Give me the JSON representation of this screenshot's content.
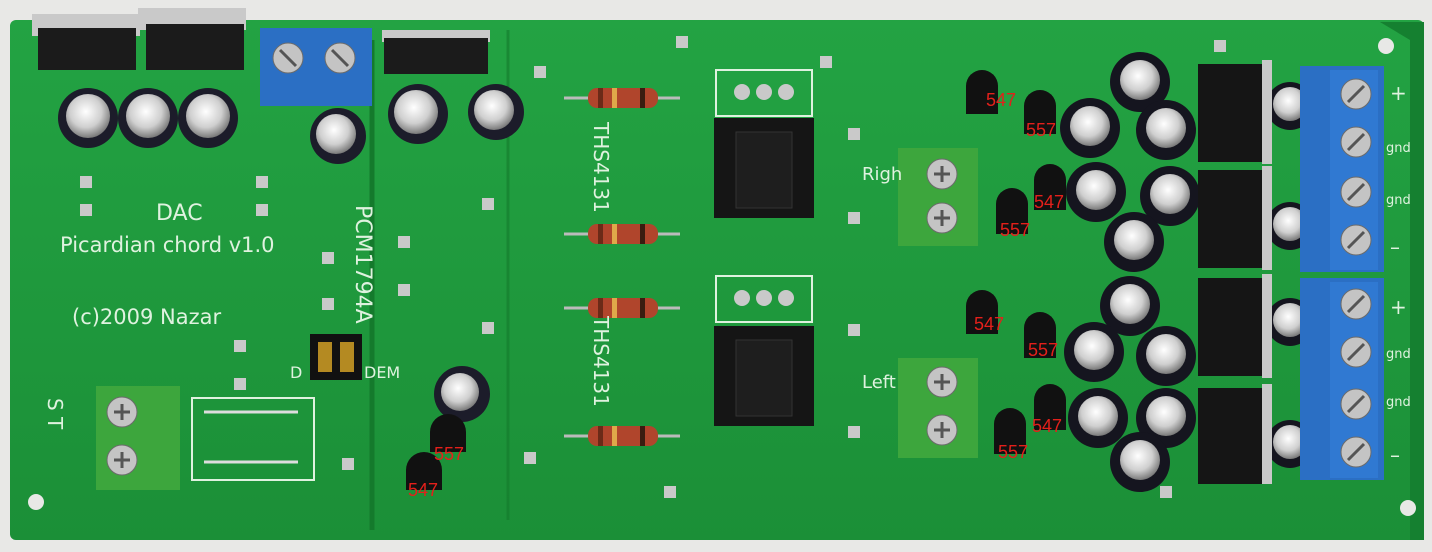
{
  "board": {
    "title": "DAC",
    "subtitle": "Picardian chord v1.0",
    "copyright": "(c)2009 Nazar",
    "dac_chip": "PCM1794A",
    "opamp_top": "THS4131",
    "opamp_bottom": "THS4131",
    "jumper_left": "D",
    "jumper_right": "DEM",
    "right_channel": "Righ",
    "left_channel": "Left",
    "out_plus_top": "+",
    "out_gnd_top": "gnd",
    "out_gnd_top2": "gnd",
    "out_minus_top": "–",
    "out_plus_bot": "+",
    "out_gnd_bot": "gnd",
    "out_gnd_bot2": "gnd",
    "out_minus_bot": "–",
    "power_mark": "S T"
  },
  "transistor_labels": {
    "t1": "547",
    "t2": "557",
    "t3": "547",
    "t4": "557",
    "t5": "547",
    "t6": "557",
    "t7": "547",
    "t8": "557",
    "t9": "557",
    "t10": "547"
  },
  "colors": {
    "pcb": "#1e9b3c",
    "pcb_dark": "#158030",
    "silk": "#dff2df",
    "terminal_blue": "#2b6fc4",
    "terminal_green": "#3da63d",
    "label_red": "#e3201b"
  }
}
